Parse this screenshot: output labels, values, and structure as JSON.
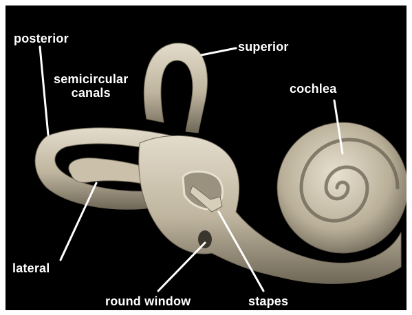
{
  "labels": {
    "posterior": "posterior",
    "semicircular_line1": "semicircular",
    "semicircular_line2": "canals",
    "superior": "superior",
    "cochlea": "cochlea",
    "lateral": "lateral",
    "round_window": "round window",
    "stapes": "stapes"
  },
  "colors": {
    "background": "#000000",
    "border": "#ffffff",
    "bone": "#cfc5b1",
    "bone_shadow": "#8a8170",
    "label_text": "#ffffff",
    "leader_line": "#ffffff"
  }
}
